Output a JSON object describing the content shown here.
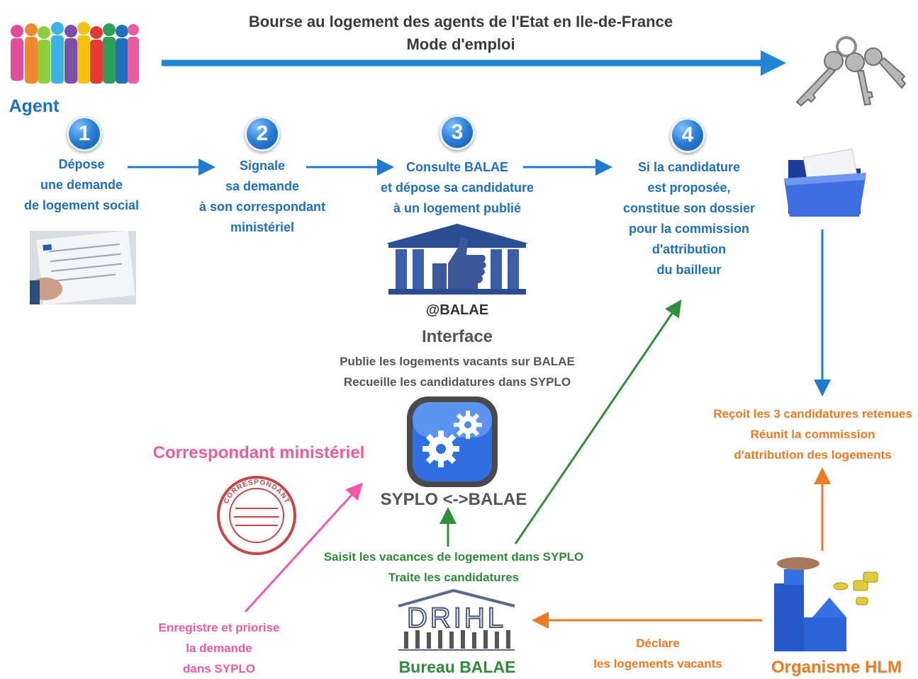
{
  "header": {
    "title": "Bourse au logement des agents de l'Etat en Ile-de-France",
    "subtitle": "Mode d'emploi"
  },
  "actors": {
    "agent": "Agent",
    "correspondant": "Correspondant ministériel",
    "bureau": "Bureau BALAE",
    "hlm": "Organisme HLM",
    "drihl_logo": "DRIHL",
    "balae_handle": "@BALAE"
  },
  "steps": [
    {
      "number": "1",
      "lines": [
        "Dépose",
        "une demande",
        "de logement social"
      ]
    },
    {
      "number": "2",
      "lines": [
        "Signale",
        "sa demande",
        "à son correspondant",
        "ministériel"
      ]
    },
    {
      "number": "3",
      "lines": [
        "Consulte BALAE",
        "et dépose sa candidature",
        "à un logement publié"
      ]
    },
    {
      "number": "4",
      "lines": [
        "Si la candidature",
        "est proposée,",
        "constitue son dossier",
        "pour la commission",
        "d'attribution",
        "du bailleur"
      ]
    }
  ],
  "interface": {
    "title": "Interface",
    "lines": [
      "Publie les logements vacants sur BALAE",
      "Recueille les candidatures dans SYPLO"
    ],
    "sync_label": "SYPLO <->BALAE"
  },
  "bureau_actions": [
    "Saisit les vacances de logement dans SYPLO",
    "Traite les candidatures"
  ],
  "correspondant_actions": [
    "Enregistre et priorise",
    "la demande",
    "dans SYPLO"
  ],
  "hlm_actions": [
    "Reçoit les 3 candidatures retenues",
    "Réunit la commission",
    "d'attribution des logements"
  ],
  "hlm_declares": [
    "Déclare",
    "les logements vacants"
  ],
  "stamp_text": "CORRESPONDANT",
  "icons": {
    "agents": "people-silhouettes-icon",
    "keys": "keys-icon",
    "folder": "folder-icon",
    "document": "form-document-icon",
    "balae": "temple-thumbs-up-icon",
    "sync": "gears-icon",
    "stamp": "stamp-icon",
    "drihl": "drihl-logo-icon",
    "hlm": "blocks-building-icon"
  },
  "colors": {
    "blue": "#1f6fbf",
    "green": "#2e8b3a",
    "orange": "#ef7a22",
    "pink": "#ee5ca0",
    "dark": "#3a3a3a"
  }
}
